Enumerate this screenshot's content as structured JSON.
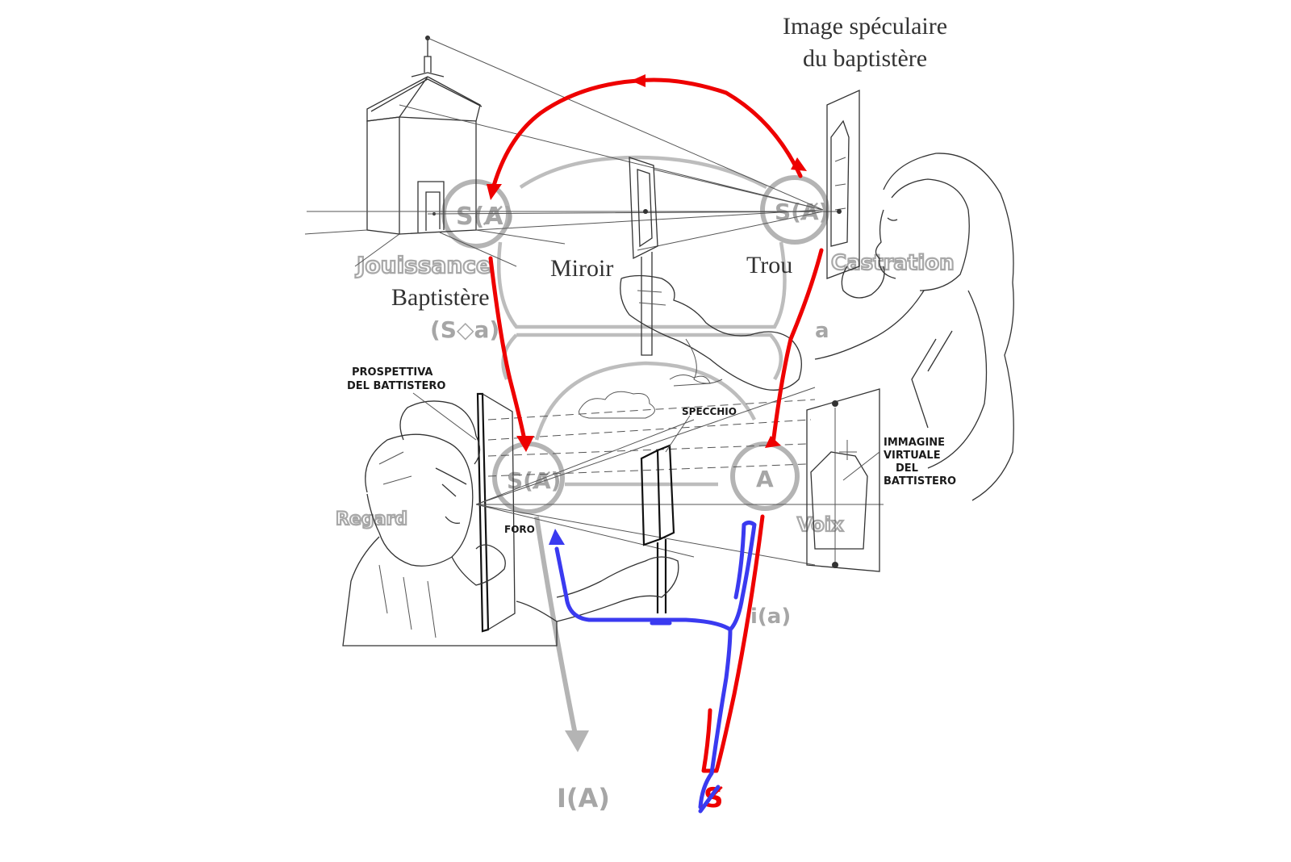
{
  "labels": {
    "specular_line1": "Image spéculaire",
    "specular_line2": "du baptistère",
    "miroir": "Miroir",
    "trou": "Trou",
    "baptistere": "Baptistère",
    "jouissance": "Jouissance",
    "castration": "Castration",
    "soa": "(S◇a)",
    "small_a_top": "a",
    "prospettiva_line1": "PROSPETTIVA",
    "prospettiva_line2": "DEL BATTISTERO",
    "specchio": "SPECCHIO",
    "foro": "FORO",
    "immagine_line1": "IMMAGINE",
    "immagine_line2": "VIRTUALE",
    "immagine_line3": "DEL",
    "immagine_line4": "BATTISTERO",
    "node_sa_top": "S(A̸)",
    "node_sa_top_right": "S(A̸)",
    "node_sa_bottom": "S(A̸)",
    "node_a": "A",
    "ia": "I(A)",
    "ia_small": "i(a)",
    "voix": "Voix",
    "regard": "Regard",
    "barred_s": "S̸"
  },
  "colors": {
    "red_path": "#ee0000",
    "blue_path": "#3a3af0",
    "graph_gray": "#b4b4b4",
    "ink": "#333333"
  },
  "icons": {
    "baptistery": "baptistery-drawing",
    "mirror_top": "mirror-panel-drawing",
    "viewer_top": "hooded-viewer-drawing",
    "viewer_bottom": "brunelleschi-viewer-drawing",
    "mirror_bottom": "specchio-drawing",
    "virtual_image": "virtual-baptistery-drawing"
  }
}
